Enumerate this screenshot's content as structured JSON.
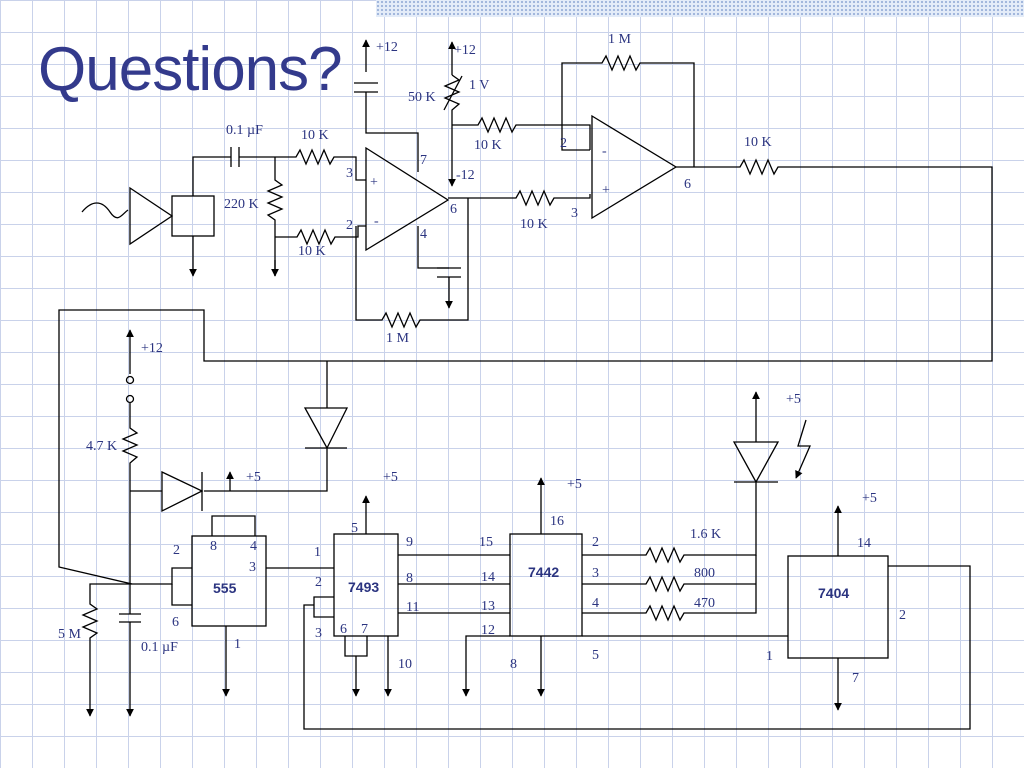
{
  "slide": {
    "title": "Questions?"
  },
  "labels": {
    "vcc_amp1": "+12",
    "vcc_pot": "+12",
    "res_1m_top": "1 M",
    "pot_value": "50 K",
    "ref_voltage": "1 V",
    "cap_input": "0.1 µF",
    "res_in_10k": "10 K",
    "res_ref_10k": "10 K",
    "pin_amp2_inv": "2",
    "pin_amp2_inv_sign": "-",
    "res_out_10k": "10 K",
    "res_220k": "220 K",
    "pin_amp1_7": "7",
    "pin_amp1_3": "3",
    "pin_amp1_plus": "+",
    "vee_amp1": "-12",
    "pin_amp1_6": "6",
    "pin_amp2_plus": "+",
    "pin_amp2_6": "6",
    "pin_amp1_2": "2",
    "pin_amp1_minus": "-",
    "res_gnd_10k": "10 K",
    "pin_amp1_4": "4",
    "res_amp2_in_10k": "10 K",
    "pin_amp2_3": "3",
    "res_fb_1m": "1 M",
    "vcc_timer": "+12",
    "res_4_7k": "4.7 K",
    "vcc_led": "+5",
    "vcc_diode": "+5",
    "vcc_7493": "+5",
    "vcc_7442": "+5",
    "vcc_7404": "+5",
    "pin_555_2": "2",
    "pin_555_8": "8",
    "pin_555_4": "4",
    "pin_555_3": "3",
    "chip_555": "555",
    "pin_555_6": "6",
    "pin_555_1": "1",
    "res_5m": "5 M",
    "cap_timer": "0.1 µF",
    "pin_7493_5": "5",
    "pin_7493_1": "1",
    "pin_7493_9": "9",
    "pin_7493_8": "8",
    "pin_7493_11": "11",
    "pin_7493_2": "2",
    "chip_7493": "7493",
    "pin_7493_3": "3",
    "pin_7493_6": "6",
    "pin_7493_7": "7",
    "pin_7493_10": "10",
    "pin_7442_16": "16",
    "pin_7442_15": "15",
    "pin_7442_14": "14",
    "pin_7442_13": "13",
    "pin_7442_12": "12",
    "chip_7442": "7442",
    "pin_7442_2": "2",
    "pin_7442_3": "3",
    "pin_7442_4": "4",
    "pin_7442_5": "5",
    "pin_7442_8": "8",
    "res_1_6k": "1.6 K",
    "res_800": "800",
    "res_470": "470",
    "chip_7404": "7404",
    "pin_7404_14": "14",
    "pin_7404_2": "2",
    "pin_7404_1": "1",
    "pin_7404_7": "7"
  }
}
